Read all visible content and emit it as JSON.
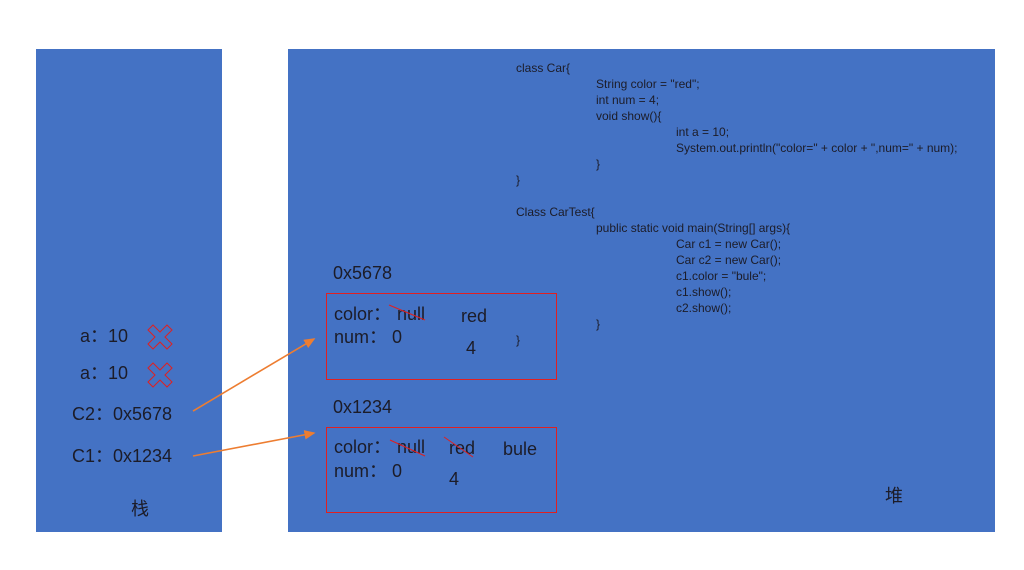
{
  "stack": {
    "title": "栈",
    "entries": [
      {
        "label": "a：10",
        "destroyed": true
      },
      {
        "label": "a：10",
        "destroyed": true
      },
      {
        "label": "C2：0x5678",
        "destroyed": false
      },
      {
        "label": "C1：0x1234",
        "destroyed": false
      }
    ]
  },
  "heap": {
    "title": "堆",
    "objects": [
      {
        "address": "0x5678",
        "color_label": "color：",
        "color_old": "null",
        "color_new": "red",
        "num_label": "num：",
        "num_old": "0",
        "num_new": "4"
      },
      {
        "address": "0x1234",
        "color_label": "color：",
        "color_old": "null",
        "color_mid": "red",
        "color_new": "bule",
        "num_label": "num：",
        "num_old": "0",
        "num_new": "4"
      }
    ]
  },
  "code": [
    "class Car{",
    "String color = \"red\";",
    "int num = 4;",
    "void show(){",
    "int a = 10;",
    "System.out.println(\"color=\" + color + \",num=\" + num);",
    "}",
    "}",
    "Class CarTest{",
    "public static void main(String[] args){",
    "Car c1 = new Car();",
    "Car c2 = new Car();",
    "c1.color = \"bule\";",
    "c1.show();",
    "c2.show();",
    "}",
    "}"
  ],
  "colors": {
    "panel": "#4472C4",
    "box": "#E02020",
    "arrow": "#ED7D31"
  }
}
